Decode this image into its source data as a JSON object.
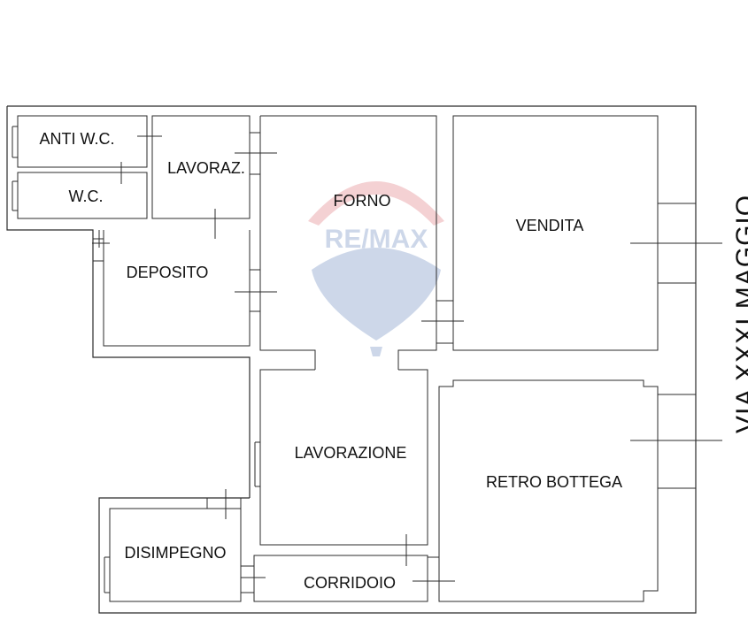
{
  "rooms": {
    "anti_wc": "ANTI W.C.",
    "wc": "W.C.",
    "lavoraz": "LAVORAZ.",
    "forno": "FORNO",
    "vendita": "VENDITA",
    "deposito": "DEPOSITO",
    "lavorazione": "LAVORAZIONE",
    "retro_bottega": "RETRO BOTTEGA",
    "disimpegno": "DISIMPEGNO",
    "corridoio": "CORRIDOIO"
  },
  "street": "VIA XXXI MAGGIO",
  "watermark": {
    "brand": "RE/MAX",
    "colors": {
      "red": "#d0343c",
      "blue": "#1f4fa0"
    }
  }
}
